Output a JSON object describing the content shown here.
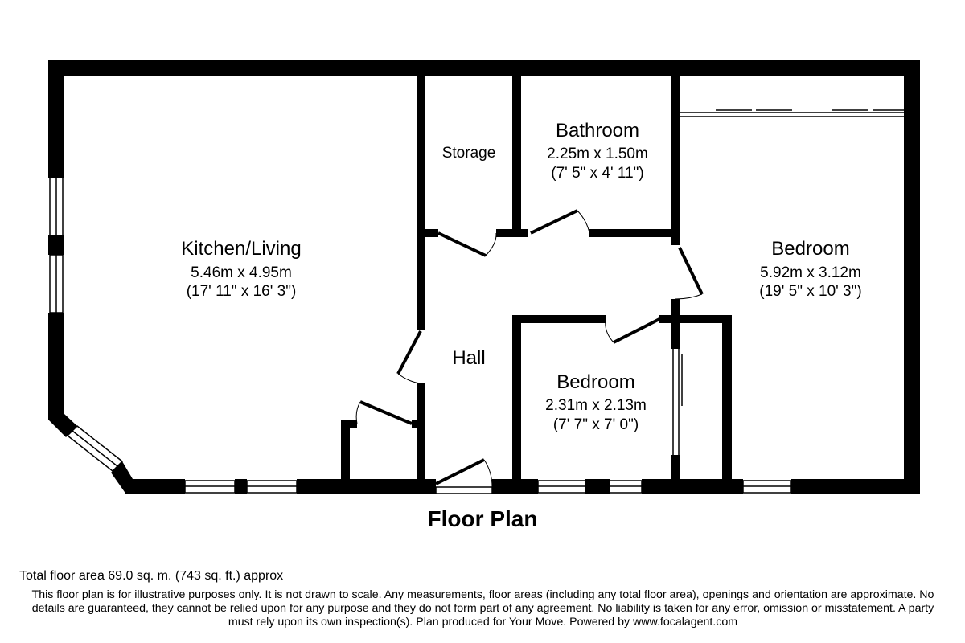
{
  "rooms": {
    "kitchen": {
      "name": "Kitchen/Living",
      "metric": "5.46m x 4.95m",
      "imperial": "(17' 11\" x 16' 3\")"
    },
    "storage": {
      "name": "Storage"
    },
    "bathroom": {
      "name": "Bathroom",
      "metric": "2.25m x 1.50m",
      "imperial": "(7' 5\" x 4' 11\")"
    },
    "bedroom1": {
      "name": "Bedroom",
      "metric": "5.92m x 3.12m",
      "imperial": "(19' 5\" x 10' 3\")"
    },
    "hall": {
      "name": "Hall"
    },
    "bedroom2": {
      "name": "Bedroom",
      "metric": "2.31m x 2.13m",
      "imperial": "(7' 7\" x 7' 0\")"
    }
  },
  "title": "Floor Plan",
  "total_area": "Total floor area 69.0 sq. m. (743 sq. ft.) approx",
  "disclaimer": "This floor plan is for illustrative purposes only. It is not drawn to scale. Any measurements, floor areas (including any total floor area), openings and orientation are approximate. No details are guaranteed, they cannot be relied upon for any purpose and they do not form part of any agreement. No liability is taken for any error, omission or misstatement. A party must rely upon its own inspection(s). Plan produced for Your Move. Powered by www.focalagent.com",
  "colors": {
    "wall": "#000000",
    "background": "#ffffff"
  }
}
